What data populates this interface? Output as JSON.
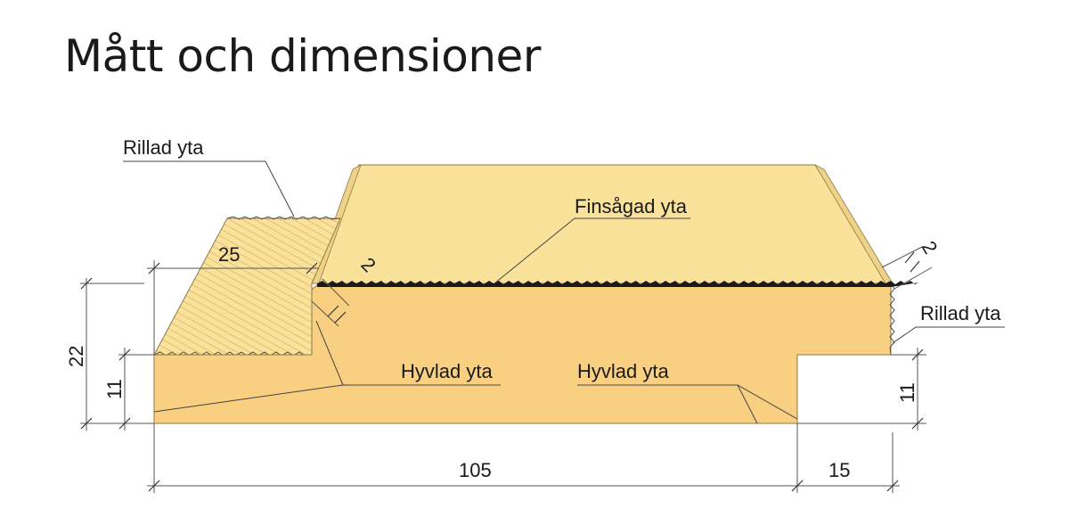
{
  "title": "Mått och dimensioner",
  "labels": {
    "rillad_left": "Rillad yta",
    "finsagad": "Finsågad yta",
    "rillad_right": "Rillad yta",
    "hyvlad_left": "Hyvlad yta",
    "hyvlad_right": "Hyvlad yta"
  },
  "dimensions": {
    "top_width": "25",
    "groove_depth": "2",
    "chamfer": "2",
    "height_total": "22",
    "height_half_left": "11",
    "height_half_right": "11",
    "width_main": "105",
    "width_rebate": "15"
  },
  "colors": {
    "wood_top": "#fbe29b",
    "wood_front": "#f9cf82",
    "wood_chamfer": "#f0d890",
    "sawn_edge": "#1a1a1a",
    "outline": "#7a6a40"
  }
}
